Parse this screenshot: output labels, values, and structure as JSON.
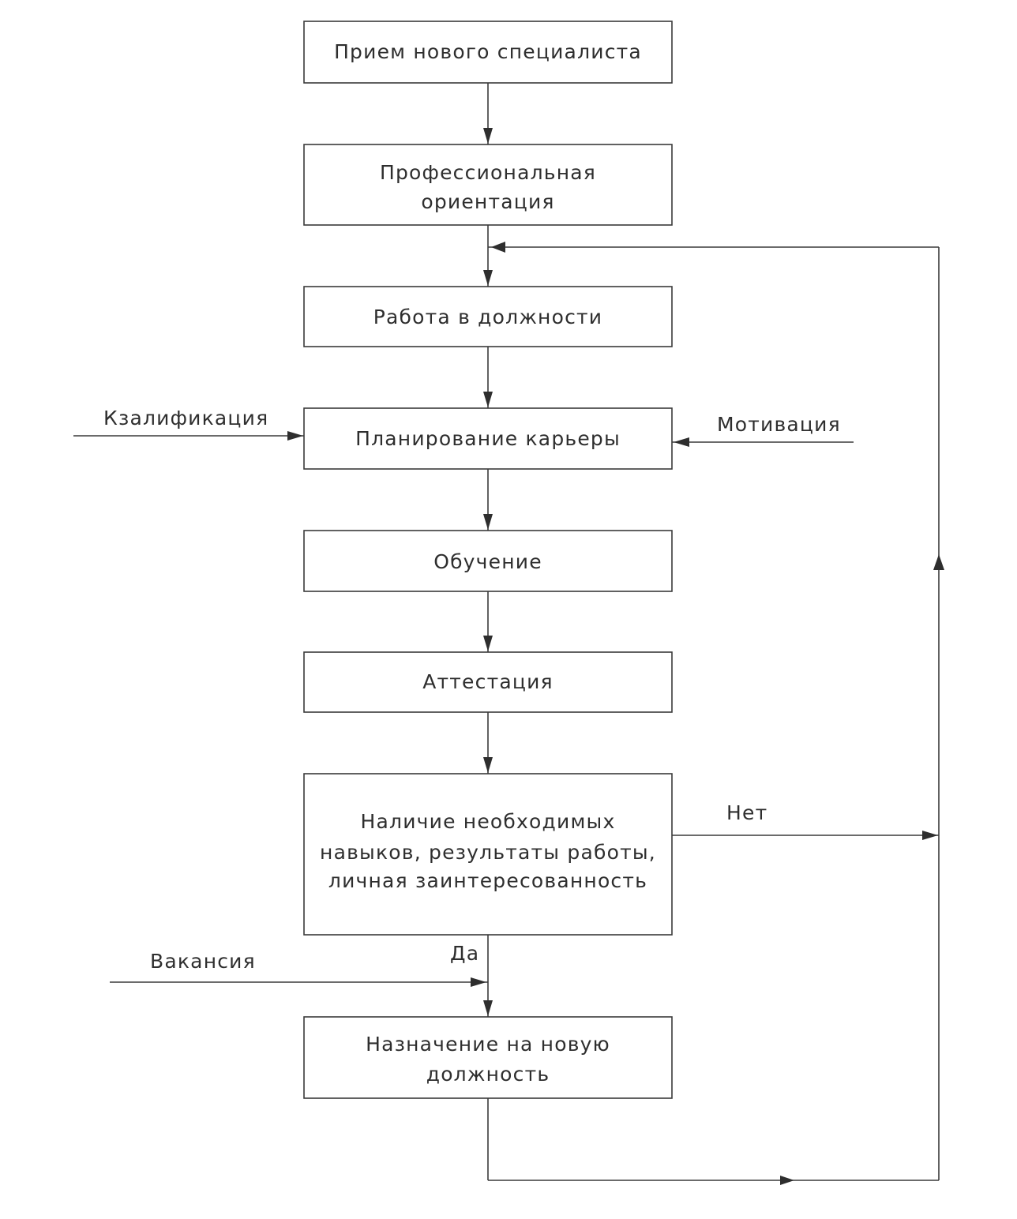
{
  "nodes": {
    "hire": {
      "lines": [
        "Прием нового специалиста"
      ]
    },
    "orientation": {
      "lines": [
        "Профессиональная",
        "ориентация"
      ]
    },
    "work": {
      "lines": [
        "Работа в должности"
      ]
    },
    "planning": {
      "lines": [
        "Планирование карьеры"
      ]
    },
    "training": {
      "lines": [
        "Обучение"
      ]
    },
    "attestation": {
      "lines": [
        "Аттестация"
      ]
    },
    "decision": {
      "lines": [
        "Наличие необходимых",
        "навыков, результаты работы,",
        "личная заинтересованность"
      ]
    },
    "appointment": {
      "lines": [
        "Назначение на новую",
        "должность"
      ]
    }
  },
  "inputs": {
    "qualification": "Кзалификация",
    "motivation": "Мотивация",
    "vacancy": "Вакансия"
  },
  "branches": {
    "no": "Нет",
    "yes": "Да"
  }
}
